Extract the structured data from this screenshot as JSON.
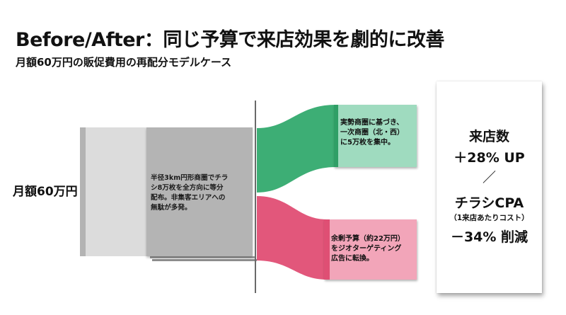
{
  "header": {
    "title": "Before/After：同じ予算で来店効果を劇的に改善",
    "subtitle": "月額60万円の販促費用の再配分モデルケース"
  },
  "input": {
    "budget_label": "月額60万円"
  },
  "before": {
    "description_lines": [
      "半径3km円形商圏でチラ",
      "シ8万枚を全方向に等分",
      "配布。非集客エリアへの",
      "無駄が多発。"
    ]
  },
  "after": {
    "green": {
      "lines": [
        "実勢商圏に基づき、",
        "一次商圏（北・西）",
        "に5万枚を集中。"
      ],
      "color": "#3dae75",
      "box_color": "#9fdbbf"
    },
    "pink": {
      "lines": [
        "余剰予算（約22万円）",
        "をジオターゲティング",
        "広告に転換。"
      ],
      "color": "#e2577b",
      "box_color": "#f2a5b9"
    }
  },
  "result": {
    "visits_label": "来店数",
    "visits_value": "＋28% UP",
    "separator": "／",
    "cpa_label": "チラシCPA",
    "cpa_note": "（1来店あたりコスト）",
    "cpa_value": "－34% 削減"
  },
  "colors": {
    "before_back": "#dcdcdc",
    "before_card": "#b4b4b4",
    "divider": "#6a6a6a"
  }
}
